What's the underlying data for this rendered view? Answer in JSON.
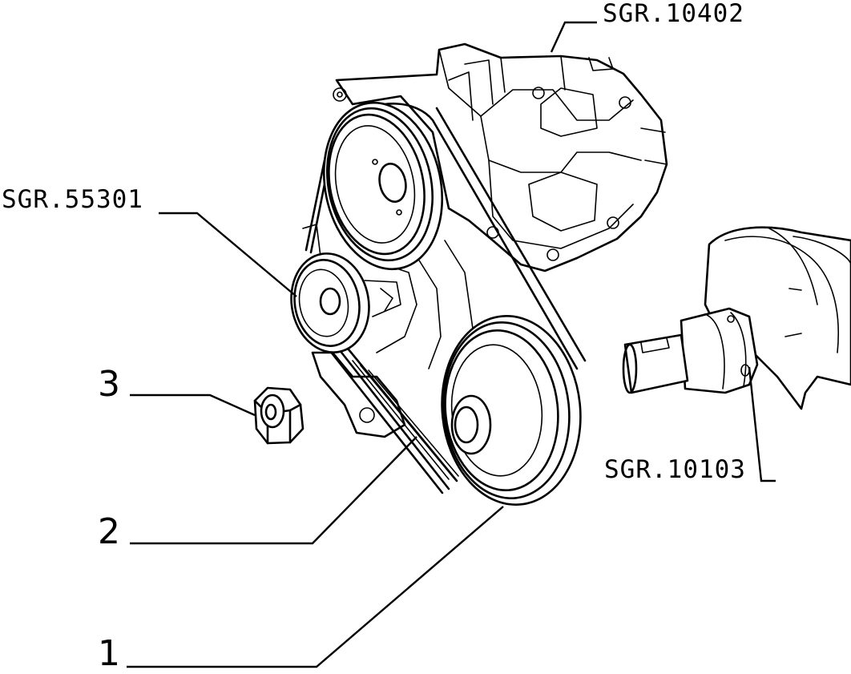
{
  "labels": {
    "ref_water_pump": "SGR.10402",
    "ref_tensioner": "SGR.55301",
    "ref_crankshaft": "SGR.10103",
    "item_1": "1",
    "item_2": "2",
    "item_3": "3"
  }
}
